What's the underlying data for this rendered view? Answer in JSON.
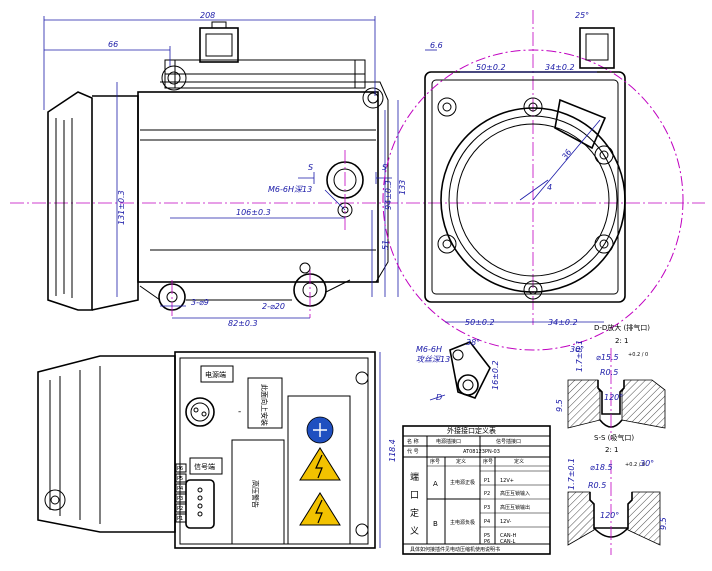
{
  "front_view": {
    "dim_total_length": "208",
    "dim_left_offset": "66",
    "dim_s_label_left": "S",
    "dim_s_label_right": "S",
    "dim_thread_note": "M6-6H深13",
    "dim_106": "106±0.3",
    "dim_131": "131±0.3",
    "dim_51": "51",
    "dim_94": "94±0.3",
    "dim_133": "133",
    "dim_82": "82±0.3",
    "dim_3phi9": "3-⌀9",
    "dim_2phi20": "2-⌀20"
  },
  "side_view": {
    "dim_6_6": "6.6",
    "dim_top_left": "50±0.2",
    "dim_top_right": "34±0.2",
    "dim_angle": "25°",
    "dim_36": "36",
    "dim_4": "4",
    "dim_bottom_left": "50±0.2",
    "dim_bottom_right": "34±0.2"
  },
  "detail_bracket": {
    "thread_note_1": "M6-6H",
    "thread_note_2": "攻丝深13",
    "angle": "38°",
    "letter_d": "D",
    "dim_right": "16±0.2"
  },
  "bottom_view": {
    "label_weak": "电源端",
    "label_strong": "此面向上安装",
    "label_signal": "信号端",
    "label_warning": "高压警告",
    "dim_height": "118.4",
    "pins": [
      "P6",
      "P5",
      "P4",
      "P3",
      "P2",
      "P1"
    ]
  },
  "section_dd": {
    "title": "D-D放大 (排气口)",
    "scale": "2: 1",
    "dim_phi": "⌀15.5",
    "dim_phi_tol": "+0.2 / 0",
    "dim_r": "R0.5",
    "dim_30": "30°",
    "dim_depth": "1.7±0.1",
    "dim_left": "9.5",
    "dim_angle": "120°"
  },
  "section_ss": {
    "title": "S-S (吸气口)",
    "scale": "2: 1",
    "dim_phi": "⌀18.5",
    "dim_phi_tol": "+0.2 / 0",
    "dim_r": "R0.5",
    "dim_30": "30°",
    "dim_depth": "1.7±0.1",
    "dim_left": "9.5",
    "dim_angle": "120°"
  },
  "table": {
    "title": "外接接口定义表",
    "header_name": "名 称",
    "header_power": "电源插接口",
    "header_signal": "信号插接口",
    "header_code": "代 号",
    "code_value": "AT08123PN-03",
    "col_seq": "序号",
    "col_def": "定义",
    "col_seq2": "序号",
    "col_def2": "定义",
    "side_label_1": "端",
    "side_label_2": "口",
    "side_label_3": "定",
    "side_label_4": "义",
    "rows": [
      {
        "seq": "A",
        "def": "主电源正极",
        "pin": "P1",
        "pdef": "12V+"
      },
      {
        "seq": "",
        "def": "",
        "pin": "P2",
        "pdef": "高压互锁输入"
      },
      {
        "seq": "",
        "def": "",
        "pin": "P3",
        "pdef": "高压互锁输出"
      },
      {
        "seq": "B",
        "def": "主电源负极",
        "pin": "P4",
        "pdef": "12V-"
      },
      {
        "seq": "",
        "def": "",
        "pin": "P5",
        "pdef": "CAN-H"
      },
      {
        "seq": "",
        "def": "",
        "pin": "P6",
        "pdef": "CAN-L"
      }
    ],
    "footer": "具体如何接插件见电动压缩机使用说明书"
  }
}
